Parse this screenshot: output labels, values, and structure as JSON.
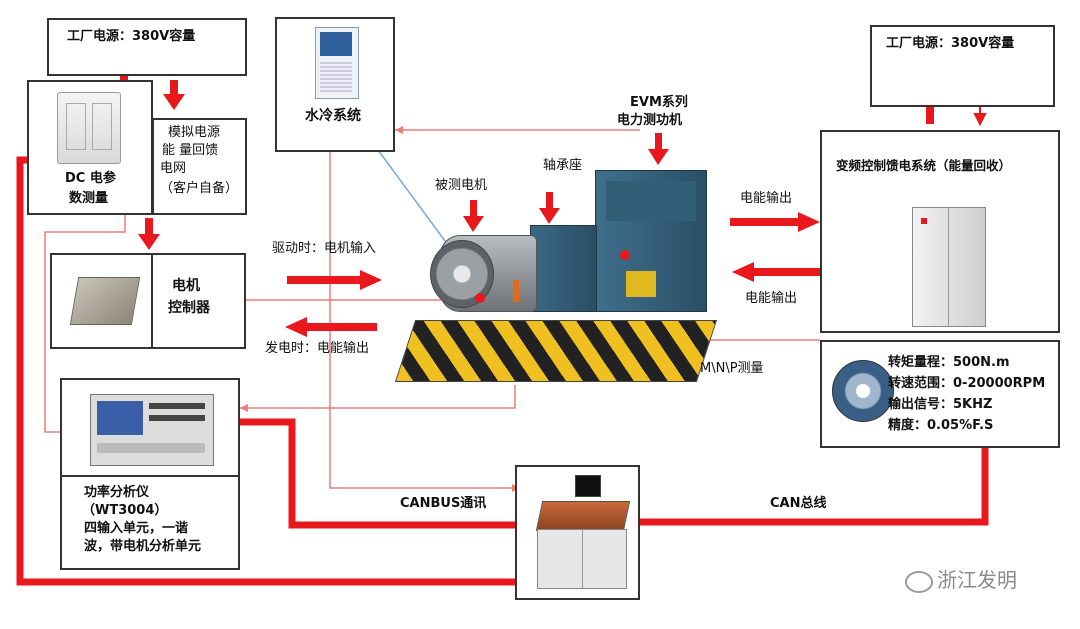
{
  "colors": {
    "red": "#e8181c",
    "pink_line": "#f07a7a",
    "blue_line": "#7fa8d8",
    "box_border": "#333333"
  },
  "power_top_left": "工厂电源：380V容量",
  "power_top_right": "工厂电源：380V容量",
  "dc_meter": {
    "line1": "DC 电参",
    "line2": "数测量"
  },
  "sim_power": {
    "line1": "模拟电源",
    "line2": "能 量回馈",
    "line3": "电网",
    "line4": "（客户自备）"
  },
  "water_cooling": "水冷系统",
  "dyno": {
    "line1": "EVM系列",
    "line2": "电力测功机"
  },
  "inverter": "变频控制馈电系统（能量回收）",
  "motor_controller": {
    "line1": "电机",
    "line2": "控制器"
  },
  "tested_motor": "被测电机",
  "bearing_seat": "轴承座",
  "drive_input": "驱动时：电机输入",
  "gen_output": "发电时：电能输出",
  "energy_output_1": "电能输出",
  "energy_output_2": "电能输出",
  "mnp": "M\\N\\P测量",
  "torque_specs": {
    "range": "转矩量程：500N.m",
    "speed": "转速范围：0-20000RPM",
    "signal": "输出信号：5KHZ",
    "accuracy": "精度：0.05%F.S"
  },
  "power_analyzer": {
    "line1": "功率分析仪",
    "line2": "（WT3004）",
    "line3": "四输入单元，一谐",
    "line4": "波，带电机分析单元"
  },
  "canbus": "CANBUS通讯",
  "can_bus": "CAN总线",
  "watermark": "浙江发明"
}
